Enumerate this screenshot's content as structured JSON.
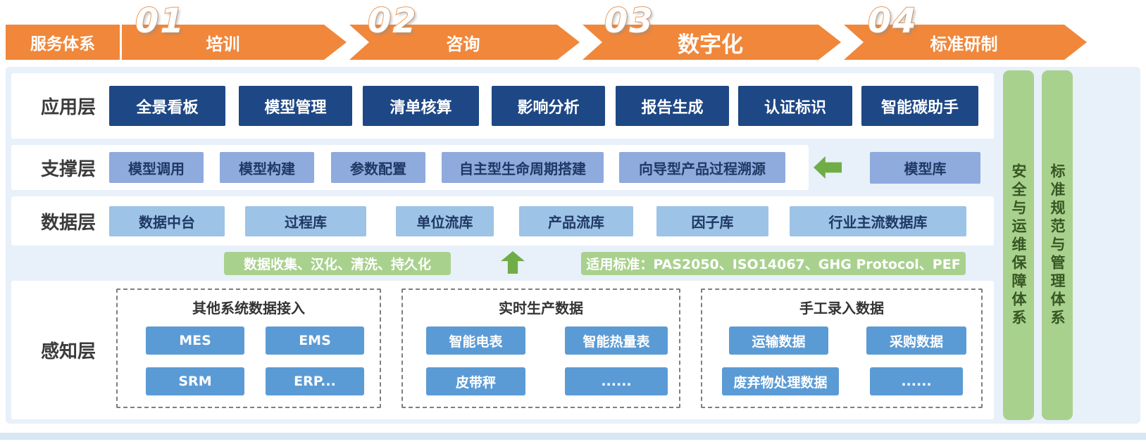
{
  "banner": {
    "service_label": "服务体系",
    "steps": [
      {
        "number": "01",
        "label": "培训"
      },
      {
        "number": "02",
        "label": "咨询"
      },
      {
        "number": "03",
        "label": "数字化"
      },
      {
        "number": "04",
        "label": "标准研制"
      }
    ]
  },
  "application_layer": {
    "label": "应用层",
    "items": [
      "全景看板",
      "模型管理",
      "清单核算",
      "影响分析",
      "报告生成",
      "认证标识",
      "智能碳助手"
    ]
  },
  "support_layer": {
    "label": "支撑层",
    "items": [
      "模型调用",
      "模型构建",
      "参数配置",
      "自主型生命周期搭建",
      "向导型产品过程溯源"
    ],
    "library": "模型库"
  },
  "data_layer": {
    "label": "数据层",
    "items": [
      "数据中台",
      "过程库",
      "单位流库",
      "产品流库",
      "因子库",
      "行业主流数据库"
    ]
  },
  "process_bars": {
    "collection": "数据收集、汉化、清洗、持久化",
    "standards": "适用标准：PAS2050、ISO14067、GHG Protocol、PEF"
  },
  "perception_layer": {
    "label": "感知层",
    "groups": [
      {
        "title": "其他系统数据接入",
        "items": [
          "MES",
          "EMS",
          "SRM",
          "ERP..."
        ]
      },
      {
        "title": "实时生产数据",
        "items": [
          "智能电表",
          "智能热量表",
          "皮带秤",
          "......"
        ]
      },
      {
        "title": "手工录入数据",
        "items": [
          "运输数据",
          "采购数据",
          "废弃物处理数据",
          "......"
        ]
      }
    ]
  },
  "side_bars": [
    {
      "label": "安全与运维保障体系"
    },
    {
      "label": "标准规范与管理体系"
    }
  ],
  "colors": {
    "banner_orange": "#F0873B",
    "app_button_blue": "#1E4785",
    "support_button_blue": "#8FAADC",
    "data_button_blue": "#9DC3E6",
    "perception_button_blue": "#5B9BD5",
    "green_bar": "#A9D18E",
    "green_arrow": "#70AD47",
    "panel_background": "#E8F0F9"
  }
}
